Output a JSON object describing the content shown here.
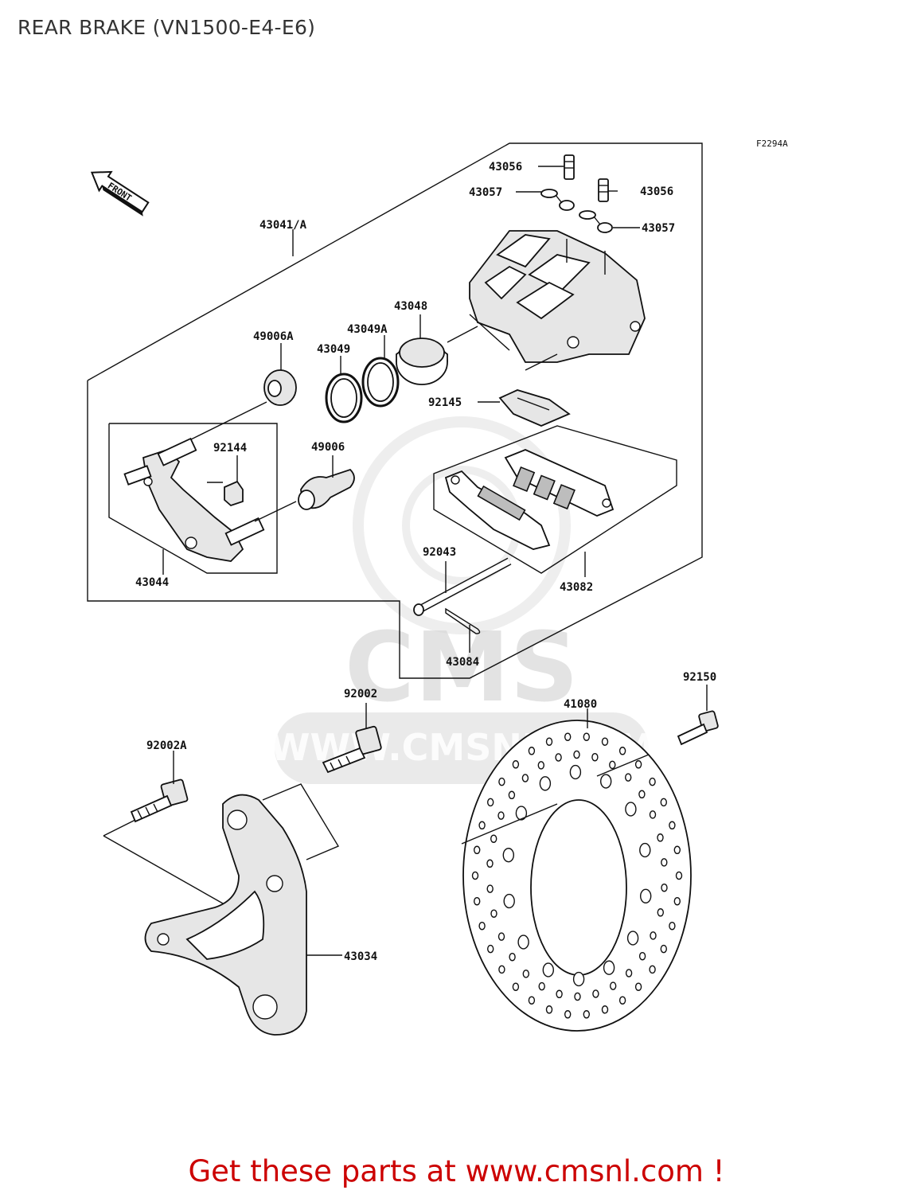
{
  "title": "REAR BRAKE (VN1500-E4-E6)",
  "figure_code": "F2294A",
  "front_label": "FRONT",
  "watermark": {
    "logo": "CMS",
    "url": "WWW.CMSNL.COM"
  },
  "footer": "Get these parts at www.cmsnl.com !",
  "parts": [
    {
      "id": "43056"
    },
    {
      "id": "43056"
    },
    {
      "id": "43057"
    },
    {
      "id": "43057"
    },
    {
      "id": "43041/A"
    },
    {
      "id": "43048"
    },
    {
      "id": "43049A"
    },
    {
      "id": "43049"
    },
    {
      "id": "49006A"
    },
    {
      "id": "92145"
    },
    {
      "id": "92144"
    },
    {
      "id": "49006"
    },
    {
      "id": "43044"
    },
    {
      "id": "92043"
    },
    {
      "id": "43082"
    },
    {
      "id": "43084"
    },
    {
      "id": "92150"
    },
    {
      "id": "92002"
    },
    {
      "id": "41080"
    },
    {
      "id": "92002A"
    },
    {
      "id": "43034"
    }
  ]
}
